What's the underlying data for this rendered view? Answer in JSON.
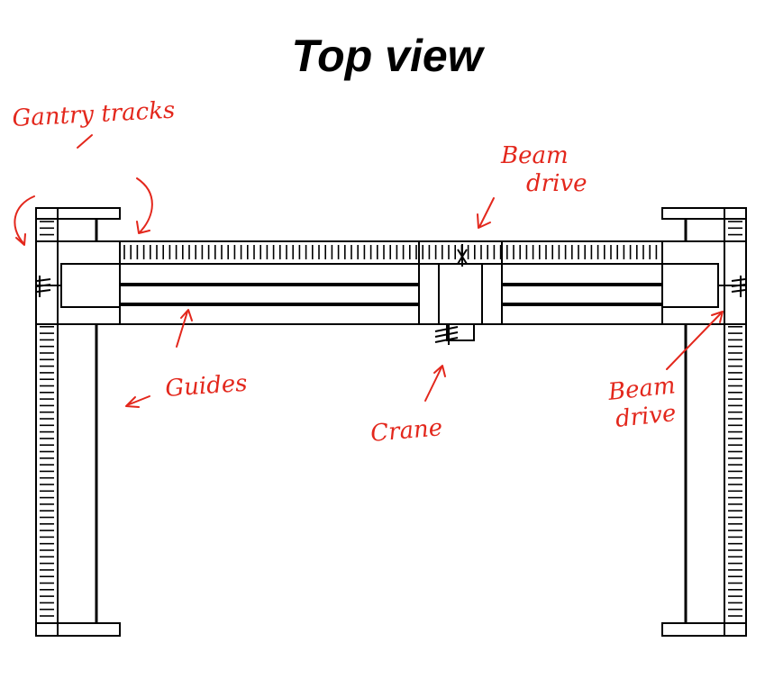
{
  "title": "Top view",
  "labels": {
    "gantry_tracks": "Gantry tracks",
    "beam_drive_top_line1": "Beam",
    "beam_drive_top_line2": "drive",
    "guides": "Guides",
    "crane": "Crane",
    "beam_drive_right_line1": "Beam",
    "beam_drive_right_line2": "drive"
  },
  "colors": {
    "line": "#000000",
    "annotation": "#e3271c",
    "background": "#ffffff"
  }
}
